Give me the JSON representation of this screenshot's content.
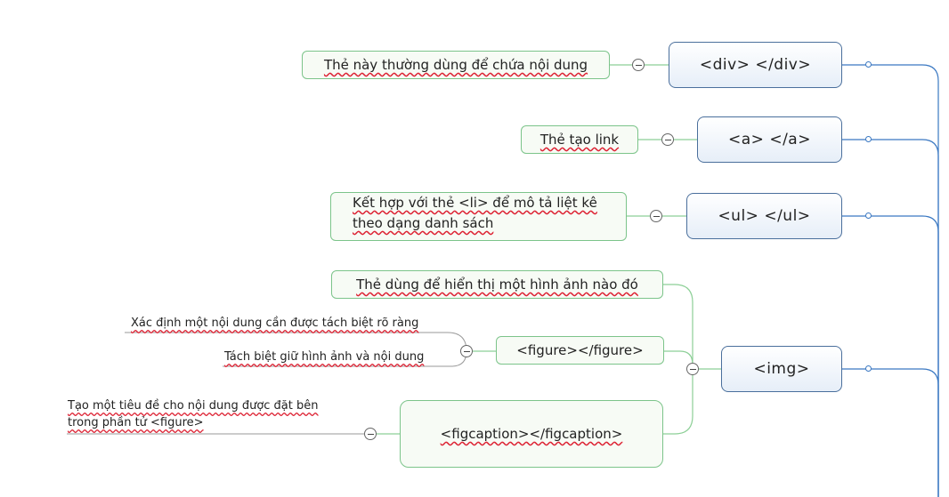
{
  "nodes": {
    "div_tag": "<div> </div>",
    "a_tag": "<a> </a>",
    "ul_tag": "<ul> </ul>",
    "img_tag": "<img>",
    "figure_tag": "<figure></figure>",
    "figcaption_tag": "<figcaption></figcaption>"
  },
  "descriptions": {
    "div_desc": "Thẻ này thường dùng để chứa nội dung",
    "a_desc": "Thẻ tạo link",
    "ul_desc_line1": "Kết hợp với thẻ <li> để mô tả liệt kê",
    "ul_desc_line2": "theo dạng danh sách",
    "img_desc": "Thẻ dùng để hiển thị một hình ảnh nào đó",
    "figure_desc_1": "Xác định một nội dung cần được tách biệt rõ ràng",
    "figure_desc_2": "Tách biệt giữ hình ảnh và nội dung",
    "figcaption_desc_line1": "Tạo một tiêu đề cho nội dung được đặt bên",
    "figcaption_desc_line2": "trong phần tử <figure>"
  },
  "colors": {
    "tag_border": "#4a6f9c",
    "desc_border": "#7cc48a",
    "main_branch": "#3a78c2",
    "sub_branch": "#8ccf96",
    "label_branch": "#999999"
  }
}
